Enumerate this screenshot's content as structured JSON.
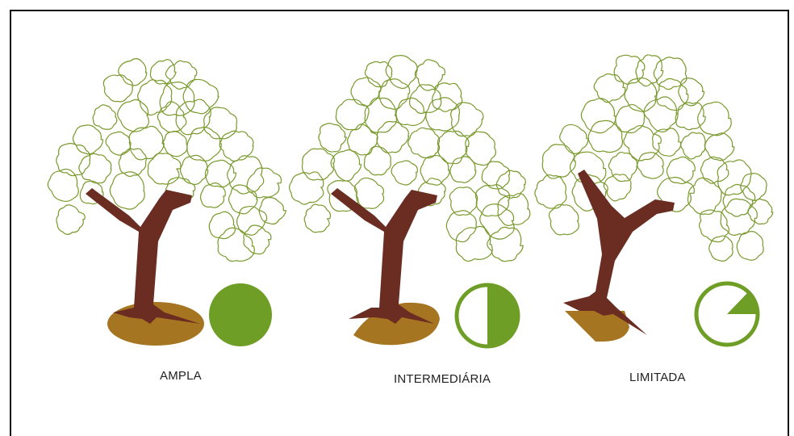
{
  "colors": {
    "canopy_stroke": "#7a9a2e",
    "trunk": "#6b2d22",
    "root_zone": "#a67521",
    "indicator": "#6e9e26"
  },
  "panels": [
    {
      "label": "AMPLA",
      "indicator_fill_fraction": 1.0
    },
    {
      "label": "INTERMEDIÁRIA",
      "indicator_fill_fraction": 0.5
    },
    {
      "label": "LIMITADA",
      "indicator_fill_fraction": 0.125
    }
  ]
}
